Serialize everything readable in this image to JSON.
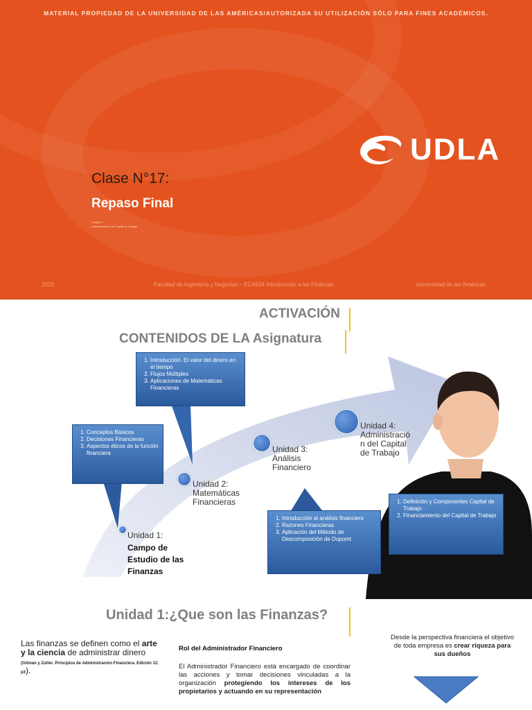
{
  "slide1": {
    "disclaimer": "MATERIAL PROPIEDAD DE LA UNIVERSIDAD DE LAS AMÉRICAS/AUTORIZADA SU UTILIZACIÓN SÓLO PARA FINES ACADÉMICOS.",
    "logo_text": "UDLA",
    "class_title": "Clase N°17:",
    "class_subtitle": "Repaso Final",
    "tiny_line1": "Unidad 4",
    "tiny_line2": "Administración del Capital de Trabajo",
    "footer_year": "2020",
    "footer_faculty": "Facultad de Ingeniería y Negocios – ECA504 Introducción a las Finanzas",
    "footer_university": "Universidad de las Américas"
  },
  "slide2": {
    "title1": "ACTIVACIÓN",
    "title2": "CONTENIDOS DE LA Asignatura",
    "box_unit1": [
      "Conceptos Básicos",
      "Decisiones Financieras",
      "Aspectos éticos de la función financiera"
    ],
    "box_unit2": [
      "Introducción.  El valor del dinero en el tiempo",
      "Flujos Múltiples",
      "Aplicaciones de Matemáticas Financieras"
    ],
    "box_unit3": [
      "Introducción al análisis financiero",
      "Razones Financieras",
      "Aplicación del Método de Descomposición de Dupomt"
    ],
    "box_unit4": [
      "Definición y Componentes Capital de Trabajo",
      "Financiamiento del Capital de Trabajo"
    ],
    "unit1_label": "Unidad 1:",
    "unit1_line1": "Campo de",
    "unit1_line2": "Estudio de las",
    "unit1_line3": "Finanzas",
    "unit2_line1": "Unidad 2:",
    "unit2_line2": "Matemáticas",
    "unit2_line3": "Financieras",
    "unit3_line1": "Unidad 3:",
    "unit3_line2": "Análisis",
    "unit3_line3": "Financiero",
    "unit4_line1": "Unidad 4:",
    "unit4_line2": "Administració",
    "unit4_line3": "n del Capital",
    "unit4_line4": "de Trabajo"
  },
  "slide3": {
    "title": "Unidad 1:¿Que son las Finanzas?",
    "def_part1": "Las finanzas se definen como el ",
    "def_bold1": "arte",
    "def_part2": " y la ",
    "def_bold2": "ciencia",
    "def_part3": " de administrar dinero",
    "citation": "(Gitman y Zutter. Principios de Administración Financiera. Edición 12. p3",
    "citation_end": ").",
    "role_heading": "Rol del Administrador Financiero",
    "role_text": "El Administrador Financiero está encargado de coordinar las acciones y tomar decisiones vinculadas a la organización ",
    "role_bold": "protegiendo los intereses de los propietarios y actuando en su representación",
    "perspective_text": "Desde la perspectiva financiera el objetivo de toda empresa es ",
    "perspective_bold": "crear riqueza para sus dueños"
  },
  "colors": {
    "slide1_bg": "#e4531f",
    "box_blue": "#2a5a9c",
    "title_gray": "#7f7f7f",
    "accent_yellow": "#f0c419",
    "arrow_lavender": "#c9d0e6"
  }
}
